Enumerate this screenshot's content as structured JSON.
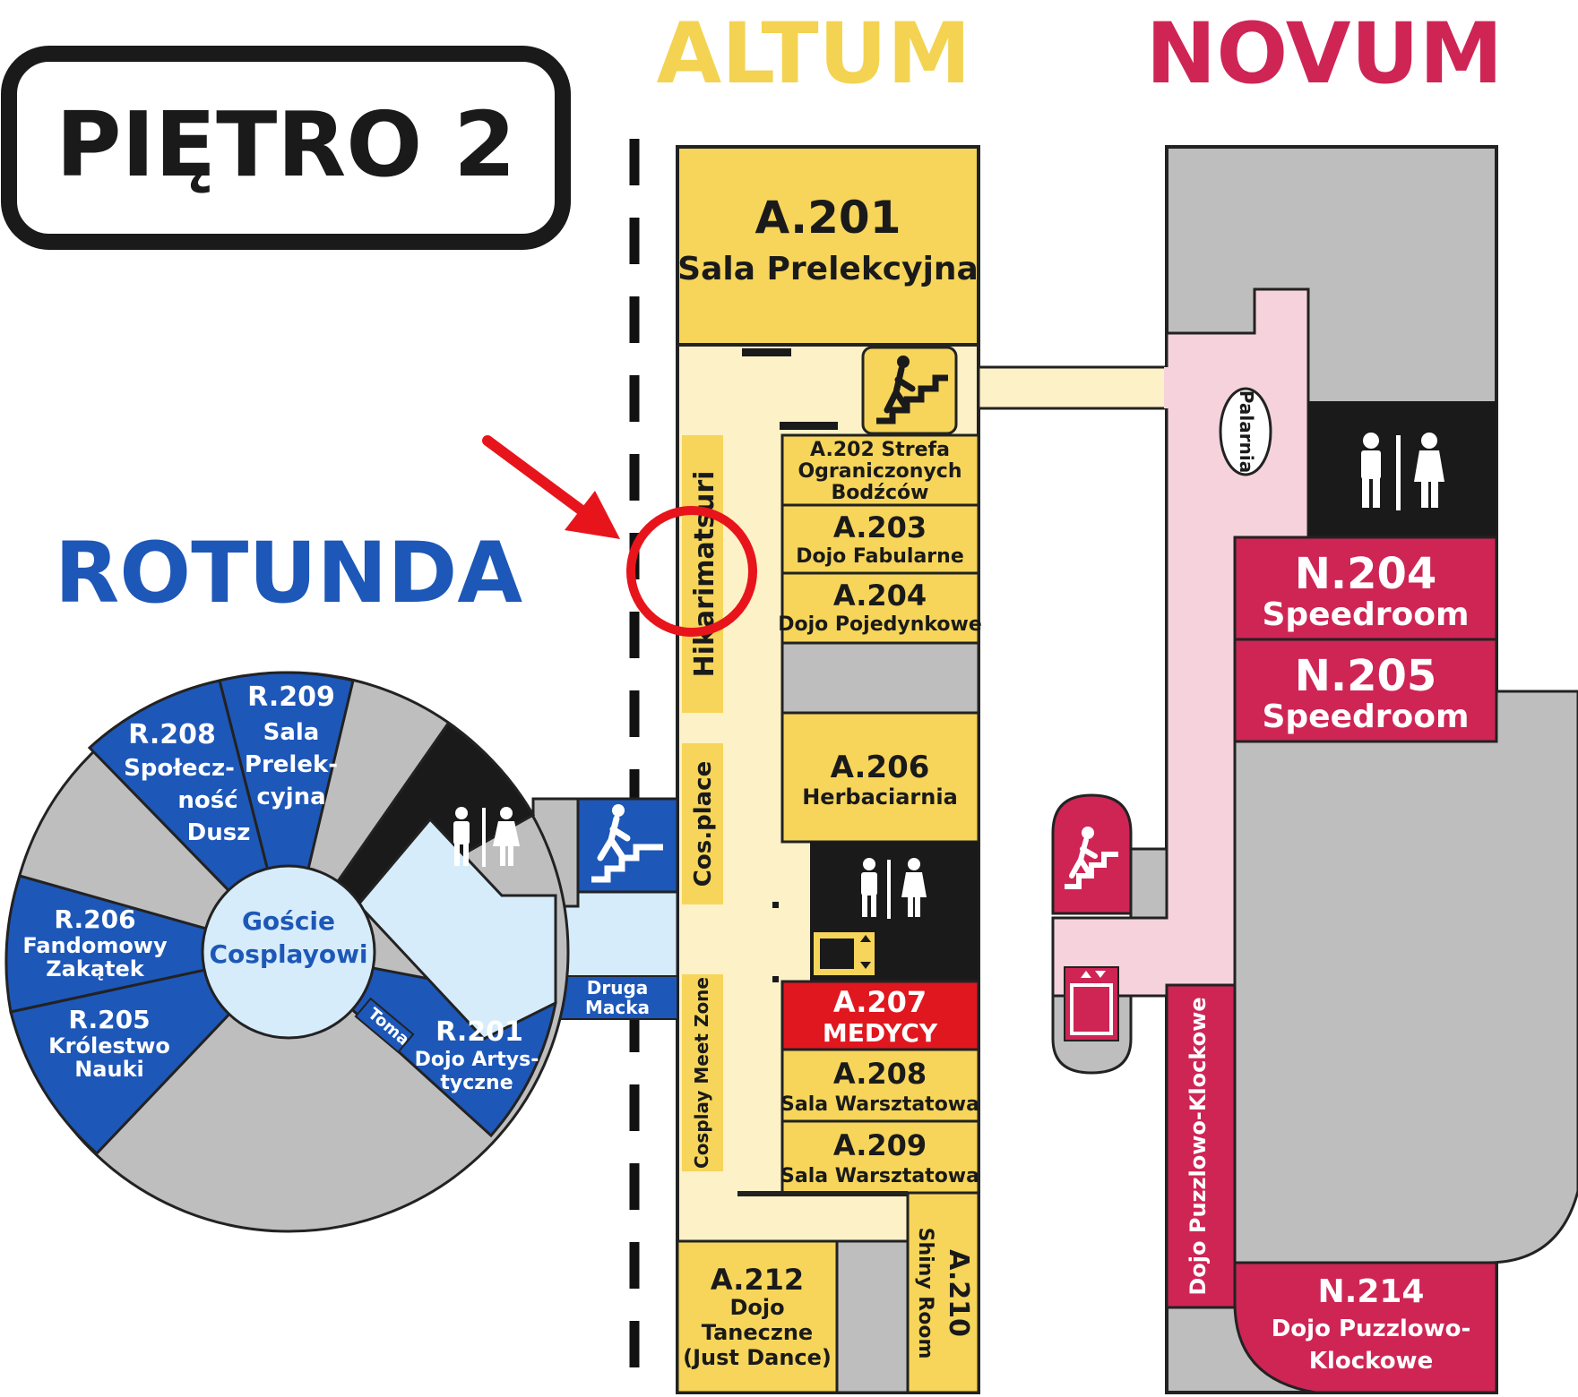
{
  "floor_title": "PIĘTRO 2",
  "buildings": {
    "altum": "ALTUM",
    "novum": "NOVUM",
    "rotunda": "ROTUNDA"
  },
  "colors": {
    "altum_yellow": "#F6D55A",
    "altum_corridor": "#FDF1C7",
    "novum_crimson": "#CE2555",
    "novum_corridor": "#F6D3DC",
    "rotunda_blue": "#1D57B8",
    "rotunda_light": "#D6ECFA",
    "medic_red": "#E0171F",
    "grey": "#BEBEBE",
    "black": "#1A1A1A",
    "marker_red": "#E8141C"
  },
  "altum_rooms": {
    "a201": {
      "code": "A.201",
      "name": "Sala Prelekcyjna"
    },
    "a202": {
      "line1": "A.202 Strefa",
      "line2": "Ograniczonych",
      "line3": "Bodźców"
    },
    "a203": {
      "code": "A.203",
      "name": "Dojo Fabularne"
    },
    "a204": {
      "code": "A.204",
      "name": "Dojo Pojedynkowe"
    },
    "a206": {
      "code": "A.206",
      "name": "Herbaciarnia"
    },
    "a207": {
      "code": "A.207",
      "name": "MEDYCY"
    },
    "a208": {
      "code": "A.208",
      "name": "Sala Warsztatowa"
    },
    "a209": {
      "code": "A.209",
      "name": "Sala Warsztatowa"
    },
    "a210": {
      "code": "A.210",
      "name": "Shiny Room"
    },
    "a212": {
      "code": "A.212",
      "line1": "Dojo",
      "line2": "Taneczne",
      "line3": "(Just Dance)"
    }
  },
  "corridor_labels": {
    "hikarimatsuri": "Hikarimatsuri",
    "cosplace": "Cos.place",
    "cosplay_meet_zone": "Cosplay Meet Zone",
    "druga_macka_1": "Druga",
    "druga_macka_2": "Macka"
  },
  "novum_rooms": {
    "n204": {
      "code": "N.204",
      "name": "Speedroom"
    },
    "n205": {
      "code": "N.205",
      "name": "Speedroom"
    },
    "n214": {
      "code": "N.214",
      "line1": "Dojo Puzzlowo-",
      "line2": "Klockowe"
    },
    "dojo_puzzle_vertical": "Dojo Puzzlowo-Klockowe",
    "palarnia": "Palarnia"
  },
  "rotunda_rooms": {
    "r209": {
      "code": "R.209",
      "line1": "Sala",
      "line2": "Prelek-",
      "line3": "cyjna"
    },
    "r208": {
      "code": "R.208",
      "line1": "Społecz-",
      "line2": "ność",
      "line3": "Dusz"
    },
    "r206": {
      "code": "R.206",
      "line1": "Fandomowy",
      "line2": "Zakątek"
    },
    "r205": {
      "code": "R.205",
      "line1": "Królestwo",
      "line2": "Nauki"
    },
    "r201": {
      "code": "R.201",
      "line1": "Dojo Artys-",
      "line2": "tyczne"
    },
    "center_line1": "Goście",
    "center_line2": "Cosplayowi",
    "toma": "Toma"
  },
  "icons": {
    "stairs": "stairs-icon",
    "restroom": "restroom-icon",
    "elevator": "elevator-icon",
    "arrow": "pointer-arrow-icon",
    "circle": "highlight-circle-icon"
  }
}
